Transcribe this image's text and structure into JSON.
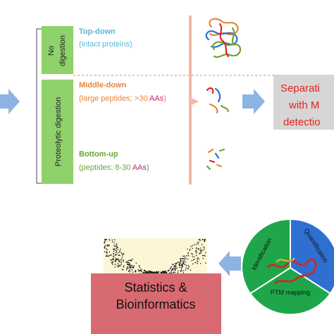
{
  "sidebar": {
    "no_digestion_line1": "No",
    "no_digestion_line2": "digestion",
    "proteolytic": "Proteolytic digestion"
  },
  "strategies": {
    "top_down": {
      "title": "Top-down",
      "desc": "(intact proteins)"
    },
    "middle_down": {
      "title": "Middle-down",
      "desc_prefix": "(large peptides; >30 ",
      "desc_aa": "AAs",
      "desc_suffix": ")"
    },
    "bottom_up": {
      "title": "Bottom-up",
      "desc_prefix": "(peptides; 8-30 ",
      "desc_aa": "AAs",
      "desc_suffix": ")"
    }
  },
  "separation": {
    "line1": "Separati",
    "line2": "with M",
    "line3": "detectio"
  },
  "pie": {
    "segments": [
      "Identification",
      "Quantification",
      "PTM mapping"
    ]
  },
  "stats": {
    "line1": "Statistics &",
    "line2": "Bioinformatics"
  },
  "colors": {
    "top_down": "#5bb5d8",
    "middle_down": "#e8833a",
    "bottom_up": "#6aa434",
    "aa_highlight": "#c0266e",
    "sidebar_green": "#8fd16a",
    "arrow_blue": "#8db3e2",
    "divider_salmon": "#f4b8a4",
    "separation_gray": "#d6d6d6",
    "separation_red": "#e2231a",
    "pie_green": "#1fa64a",
    "pie_blue": "#2f6fd1",
    "stats_bg": "#d86a72",
    "volcano_bg": "#fdf6d6"
  }
}
